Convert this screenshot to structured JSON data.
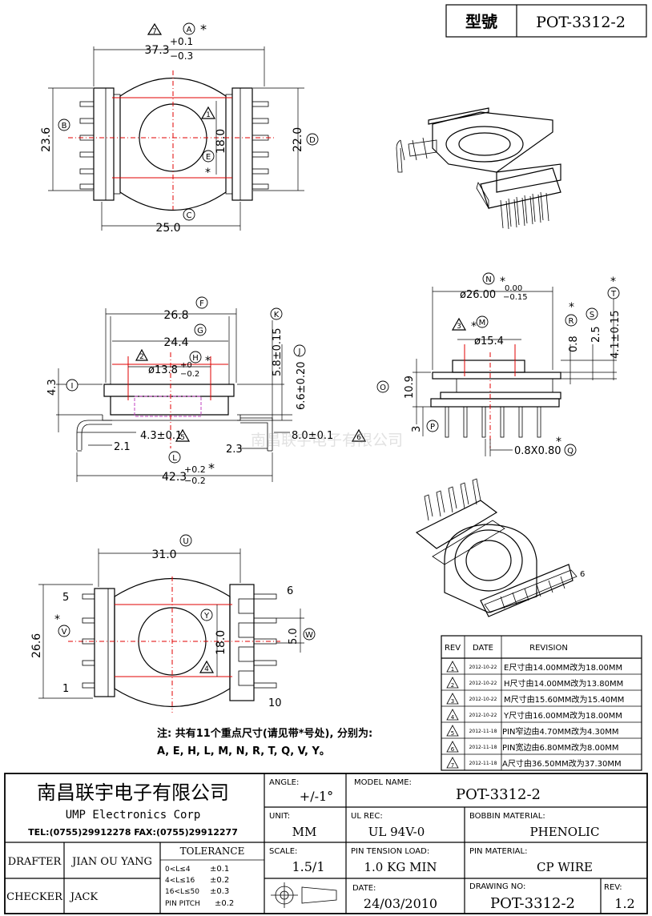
{
  "header": {
    "model_label": "型號",
    "model_value": "POT-3312-2"
  },
  "top_view": {
    "dim_a": "37.3",
    "dim_a_tol_upper": "+0.1",
    "dim_a_tol_lower": "−0.3",
    "tag_a": "A",
    "star": "*",
    "dim_b": "23.6",
    "tag_b": "B",
    "dim_c": "25.0",
    "tag_c": "C",
    "dim_d": "22.0",
    "tag_d": "D",
    "dim_e": "18.0",
    "tag_e": "E",
    "rev7": "7",
    "rev1": "1"
  },
  "side_view": {
    "dim_f": "26.8",
    "tag_f": "F",
    "dim_g": "24.4",
    "tag_g": "G",
    "dim_h": "ø13.8",
    "dim_h_tol_upper": "+0",
    "dim_h_tol_lower": "−0.2",
    "tag_h": "H",
    "dim_i": "4.3",
    "tag_i": "I",
    "dim_j": "6.6±0.20",
    "tag_j": "J",
    "dim_k": "5.8±0.15",
    "tag_k": "K",
    "dim_l": "42.3",
    "dim_l_tol_upper": "+0.2",
    "dim_l_tol_lower": "−0.2",
    "tag_l": "L",
    "dim_pin_gap": "4.3±0.1",
    "dim_pin_w": "8.0±0.1",
    "dim_21": "2.1",
    "dim_23": "2.3",
    "rev2": "2",
    "rev5": "5",
    "rev6": "6",
    "watermark": "南昌联宇电子有限公司"
  },
  "front_view": {
    "dim_n": "ø26.00",
    "dim_n_tol_upper": "0.00",
    "dim_n_tol_lower": "−0.15",
    "tag_n": "N",
    "dim_m": "ø15.4",
    "tag_m": "M",
    "rev3": "3",
    "dim_o": "10.9",
    "tag_o": "O",
    "dim_p": "3",
    "tag_p": "P",
    "dim_q": "0.8X0.80",
    "tag_q": "Q",
    "dim_r": "0.8",
    "tag_r": "R",
    "dim_s": "2.5",
    "tag_s": "S",
    "dim_t": "4.1±0.15",
    "tag_t": "T"
  },
  "bottom_view": {
    "dim_u": "31.0",
    "tag_u": "U",
    "dim_v": "26.6",
    "tag_v": "V",
    "dim_w": "5.0",
    "tag_w": "W",
    "dim_y": "18.0",
    "tag_y": "Y",
    "rev4": "4",
    "pin5": "5",
    "pin1": "1",
    "pin6": "6",
    "pin10": "10"
  },
  "iso_bottom_label": "6",
  "note": {
    "line1": "注: 共有11个重点尺寸(请见带*号处), 分别为:",
    "line2": "A, E, H, L, M, N, R, T, Q, V, Y。"
  },
  "revision_table": {
    "headers": [
      "REV",
      "DATE",
      "REVISION"
    ],
    "rows": [
      {
        "rev": "1",
        "date": "2012-10-22",
        "text": "E尺寸由14.00MM改为18.00MM"
      },
      {
        "rev": "2",
        "date": "2012-10-22",
        "text": "H尺寸由14.00MM改为13.80MM"
      },
      {
        "rev": "3",
        "date": "2012-10-22",
        "text": "M尺寸由15.60MM改为15.40MM"
      },
      {
        "rev": "4",
        "date": "2012-10-22",
        "text": "Y尺寸由16.00MM改为18.00MM"
      },
      {
        "rev": "5",
        "date": "2012-11-18",
        "text": "PIN窄边由4.70MM改为4.30MM"
      },
      {
        "rev": "6",
        "date": "2012-11-18",
        "text": "PIN宽边由6.80MM改为8.00MM"
      },
      {
        "rev": "7",
        "date": "2012-11-18",
        "text": "A尺寸由36.50MM改为37.30MM"
      }
    ]
  },
  "title_block": {
    "company_cn": "南昌联宇电子有限公司",
    "company_en": "UMP  Electronics  Corp",
    "contact": "TEL:(0755)29912278 FAX:(0755)29912277",
    "angle_label": "ANGLE:",
    "angle_value": "+/-1°",
    "model_label": "MODEL NAME:",
    "model_value": "POT-3312-2",
    "unit_label": "UNIT:",
    "unit_value": "MM",
    "ulrec_label": "UL REC:",
    "ulrec_value": "UL 94V-0",
    "bobbin_label": "BOBBIN MATERIAL:",
    "bobbin_value": "PHENOLIC",
    "drafter_label": "DRAFTER",
    "drafter_value": "JIAN OU YANG",
    "tolerance_label": "TOLERANCE",
    "tol_rows": [
      {
        "range": "0<L≤4",
        "value": "±0.1"
      },
      {
        "range": "4<L≤16",
        "value": "±0.2"
      },
      {
        "range": "16<L≤50",
        "value": "±0.3"
      },
      {
        "range": "PIN PITCH",
        "value": "±0.2"
      }
    ],
    "scale_label": "SCALE:",
    "scale_value": "1.5/1",
    "tension_label": "PIN TENSION LOAD:",
    "tension_value": "1.0  KG MIN",
    "pinmat_label": "PIN MATERIAL:",
    "pinmat_value": "CP  WIRE",
    "checker_label": "CHECKER",
    "checker_value": "JACK",
    "date_label": "DATE:",
    "date_value": "24/03/2010",
    "drawing_label": "DRAWING NO:",
    "drawing_value": "POT-3312-2",
    "rev_label": "REV:",
    "rev_value": "1.2"
  }
}
